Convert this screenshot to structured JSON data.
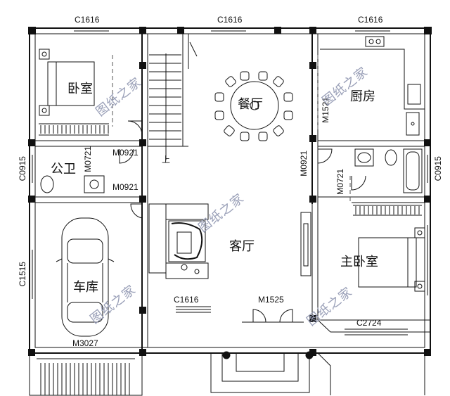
{
  "rooms": {
    "bedroom": "卧室",
    "dining": "餐厅",
    "kitchen": "厨房",
    "bathroom": "公卫",
    "living": "客厅",
    "garage": "车库",
    "master_bedroom": "主卧室"
  },
  "stair_label": "上",
  "codes": {
    "top_left_window": "C1616",
    "top_mid_window": "C1616",
    "top_right_window": "C1616",
    "kitchen_door": "M1521",
    "bedroom_door": "M0921",
    "bathroom_door_v": "M0721",
    "bathroom_door_h": "M0921",
    "left_window_bath": "C0915",
    "garage_window": "C1515",
    "garage_door": "M3027",
    "living_window": "C1616",
    "front_door": "M1525",
    "hall_door": "M0921",
    "master_bath_door": "M0721",
    "right_window_bath": "C0915",
    "master_window": "C2724"
  },
  "watermark": "图纸之家"
}
